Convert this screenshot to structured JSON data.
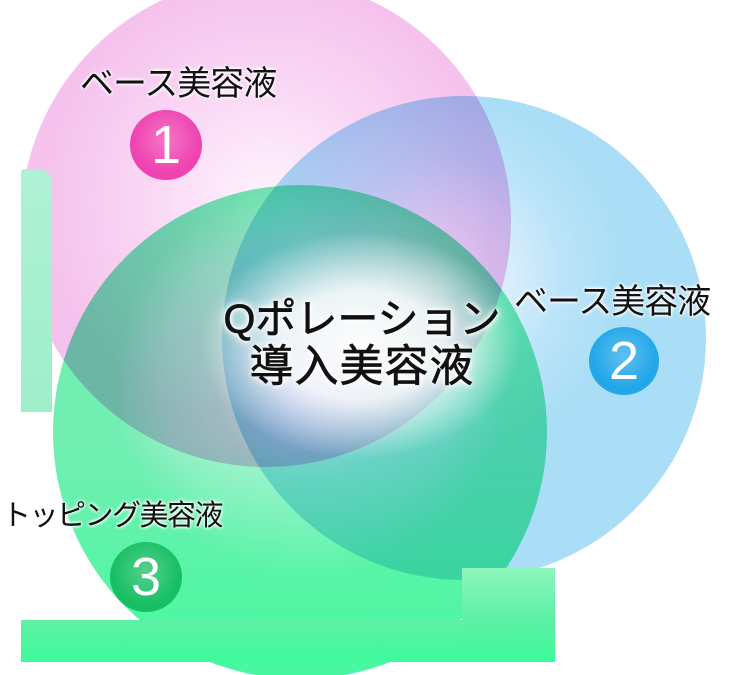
{
  "diagram": {
    "title": {
      "line1": "Qポレーション",
      "line2": "導入美容液"
    },
    "items": [
      {
        "label": "ベース美容液",
        "number": "1",
        "badge_color": "#ef43b1",
        "circle_color": "#f5c2ed"
      },
      {
        "label": "ベース美容液",
        "number": "2",
        "badge_color": "#22a7e9",
        "circle_color": "#a9def6"
      },
      {
        "label": "トッピング美容液",
        "number": "3",
        "badge_color": "#16bf63",
        "circle_color": "#71eeb2"
      }
    ],
    "overlap_colors": {
      "pink_blue": "#c3c5ee",
      "green_blue": "#7adcd2",
      "pink_green": "#a9c6c8",
      "center_glow": "#ffffff"
    },
    "background_color": "#ffffff"
  }
}
